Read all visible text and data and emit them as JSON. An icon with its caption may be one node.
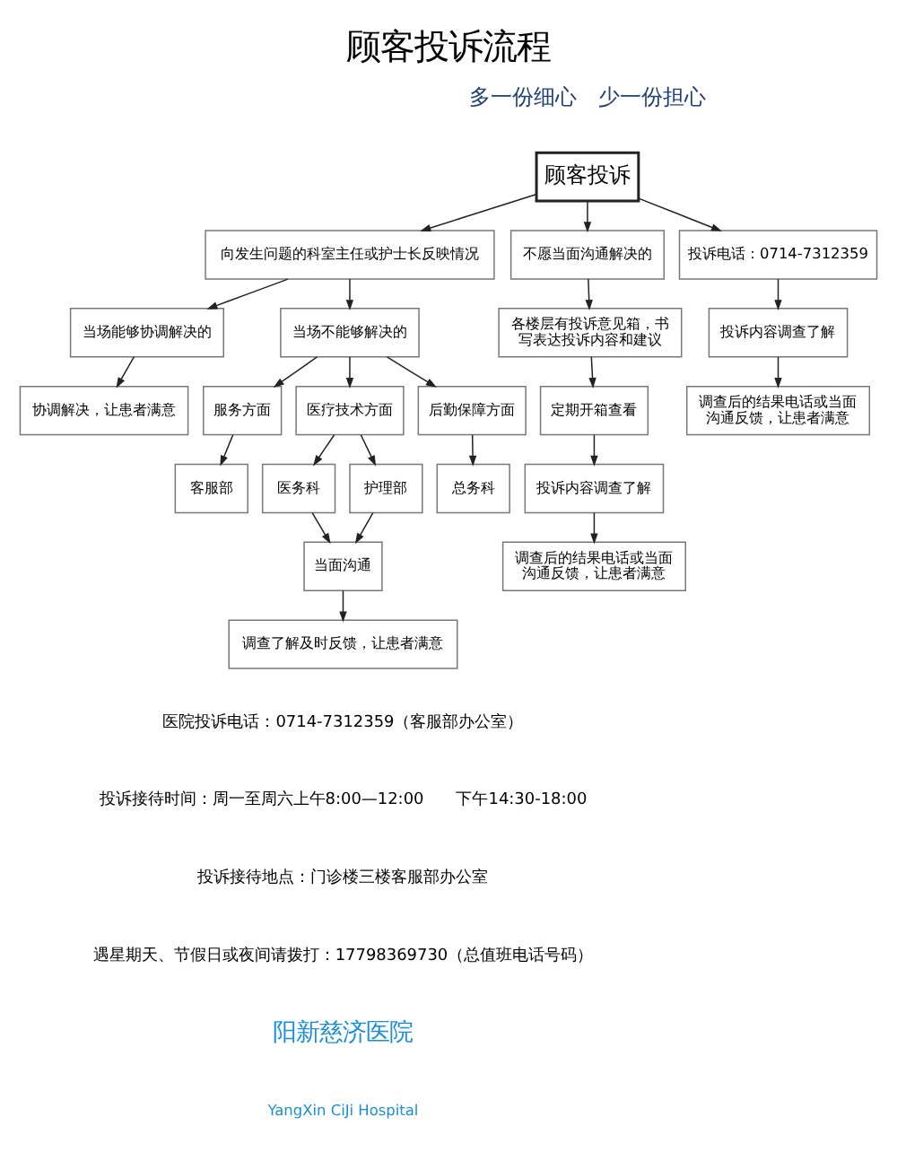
{
  "diagram": {
    "title": "顾客投诉流程",
    "nodes": [
      {
        "text": [
          "顾客投诉"
        ]
      },
      {
        "text": [
          "向发生问题的科室主任或护士长反映情况"
        ]
      },
      {
        "text": [
          "不愿当面沟通解决的"
        ]
      },
      {
        "text": [
          "投诉电话：0714-7312359"
        ]
      },
      {
        "text": [
          "当场能够协调解决的"
        ]
      },
      {
        "text": [
          "当场不能够解决的"
        ]
      },
      {
        "text": [
          "协调解决，让患者满意"
        ]
      },
      {
        "text": [
          "服务方面"
        ]
      },
      {
        "text": [
          "医疗技术方面"
        ]
      },
      {
        "text": [
          "后勤保障方面"
        ]
      },
      {
        "text": [
          "客服部"
        ]
      },
      {
        "text": [
          "医务科"
        ]
      },
      {
        "text": [
          "护理部"
        ]
      },
      {
        "text": [
          "总务科"
        ]
      },
      {
        "text": [
          "当面沟通"
        ]
      },
      {
        "text": [
          "调查了解及时反馈，让患者满意"
        ]
      },
      {
        "text": [
          "各楼层有投诉意见箱，书写表达投诉内容和建议"
        ]
      },
      {
        "text": [
          "定期开箱查看"
        ]
      },
      {
        "text": [
          "投诉内容调查了解"
        ]
      },
      {
        "text": [
          "调查后的结果电话或当面沟通反馈，让患者满意"
        ]
      },
      {
        "text": [
          "投诉内容调查了解"
        ]
      },
      {
        "text": [
          "调查后的结果电话或当面沟通反馈，让患者满意"
        ]
      }
    ],
    "edges": [
      {
        "from": 0,
        "to": 1,
        "arrow": "to"
      },
      {
        "from": 0,
        "to": 2,
        "arrow": "to"
      },
      {
        "from": 0,
        "to": 3,
        "arrow": "to"
      },
      {
        "from": 1,
        "to": 4,
        "arrow": "to"
      },
      {
        "from": 1,
        "to": 5,
        "arrow": "to"
      },
      {
        "from": 4,
        "to": 6,
        "arrow": "to"
      },
      {
        "from": 5,
        "to": 7,
        "arrow": "to"
      },
      {
        "from": 5,
        "to": 8,
        "arrow": "to"
      },
      {
        "from": 5,
        "to": 9,
        "arrow": "to"
      },
      {
        "from": 7,
        "to": 10,
        "arrow": "to"
      },
      {
        "from": 8,
        "to": 11,
        "arrow": "to"
      },
      {
        "from": 8,
        "to": 12,
        "arrow": "to"
      },
      {
        "from": 9,
        "to": 13,
        "arrow": "to"
      },
      {
        "from": 11,
        "to": 14,
        "arrow": "to"
      },
      {
        "from": 12,
        "to": 14,
        "arrow": "to"
      },
      {
        "from": 14,
        "to": 15,
        "arrow": "to"
      },
      {
        "from": 2,
        "to": 16,
        "arrow": "to"
      },
      {
        "from": 16,
        "to": 17,
        "arrow": "to"
      },
      {
        "from": 17,
        "to": 20,
        "arrow": "to"
      },
      {
        "from": 20,
        "to": 21,
        "arrow": "to"
      },
      {
        "from": 3,
        "to": 18,
        "arrow": "to"
      },
      {
        "from": 18,
        "to": 19,
        "arrow": "to"
      }
    ],
    "labels": [
      "多一份细心　少一份担心",
      "医院投诉电话：0714-7312359（客服部办公室）",
      "投诉接待时间：周一至周六上午8:00—12:00　　下午14:30-18:00",
      "投诉接待地点：门诊楼三楼客服部办公室",
      "遇星期天、节假日或夜间请拨打：17798369730（总值班电话号码）",
      "阳新慈济医院",
      "YangXin CiJi Hospital"
    ]
  }
}
